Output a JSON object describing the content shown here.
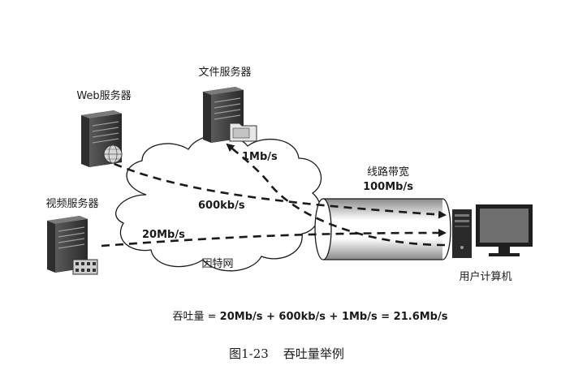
{
  "servers": {
    "web": "Web服务器",
    "file": "文件服务器",
    "video": "视频服务器"
  },
  "network": {
    "cloud": "因特网",
    "line_title": "线路带宽",
    "line_bandwidth": "100Mb/s"
  },
  "flows": {
    "file_rate": "1Mb/s",
    "web_rate": "600kb/s",
    "video_rate": "20Mb/s"
  },
  "client": "用户计算机",
  "formula": {
    "prefix": "吞吐量 = ",
    "expression": "20Mb/s + 600kb/s + 1Mb/s = 21.6Mb/s"
  },
  "figure_caption": {
    "number": "图1-23",
    "title": "吞吐量举例"
  },
  "colors": {
    "line": "#1a1a1a",
    "server_body": "#3a3a3a",
    "monitor_screen": "#6e6e6e"
  }
}
